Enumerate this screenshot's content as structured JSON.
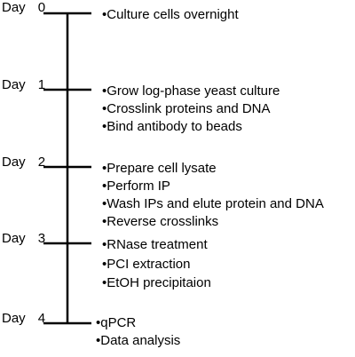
{
  "timeline": {
    "days": [
      {
        "word": "Day",
        "number": "0",
        "tasks": [
          "•Culture cells overnight"
        ]
      },
      {
        "word": "Day",
        "number": "1",
        "tasks": [
          "•Grow log-phase yeast culture",
          "•Crosslink proteins and DNA",
          "•Bind antibody to beads"
        ]
      },
      {
        "word": "Day",
        "number": "2",
        "tasks": [
          "•Prepare cell lysate",
          "•Perform IP",
          "•Wash IPs and elute protein and DNA",
          "•Reverse crosslinks"
        ]
      },
      {
        "word": "Day",
        "number": "3",
        "tasks": [
          "•RNase treatment",
          "•PCI extraction",
          "•EtOH precipitaion"
        ]
      },
      {
        "word": "Day",
        "number": "4",
        "tasks": [
          "•qPCR",
          "•Data analysis"
        ]
      }
    ]
  }
}
